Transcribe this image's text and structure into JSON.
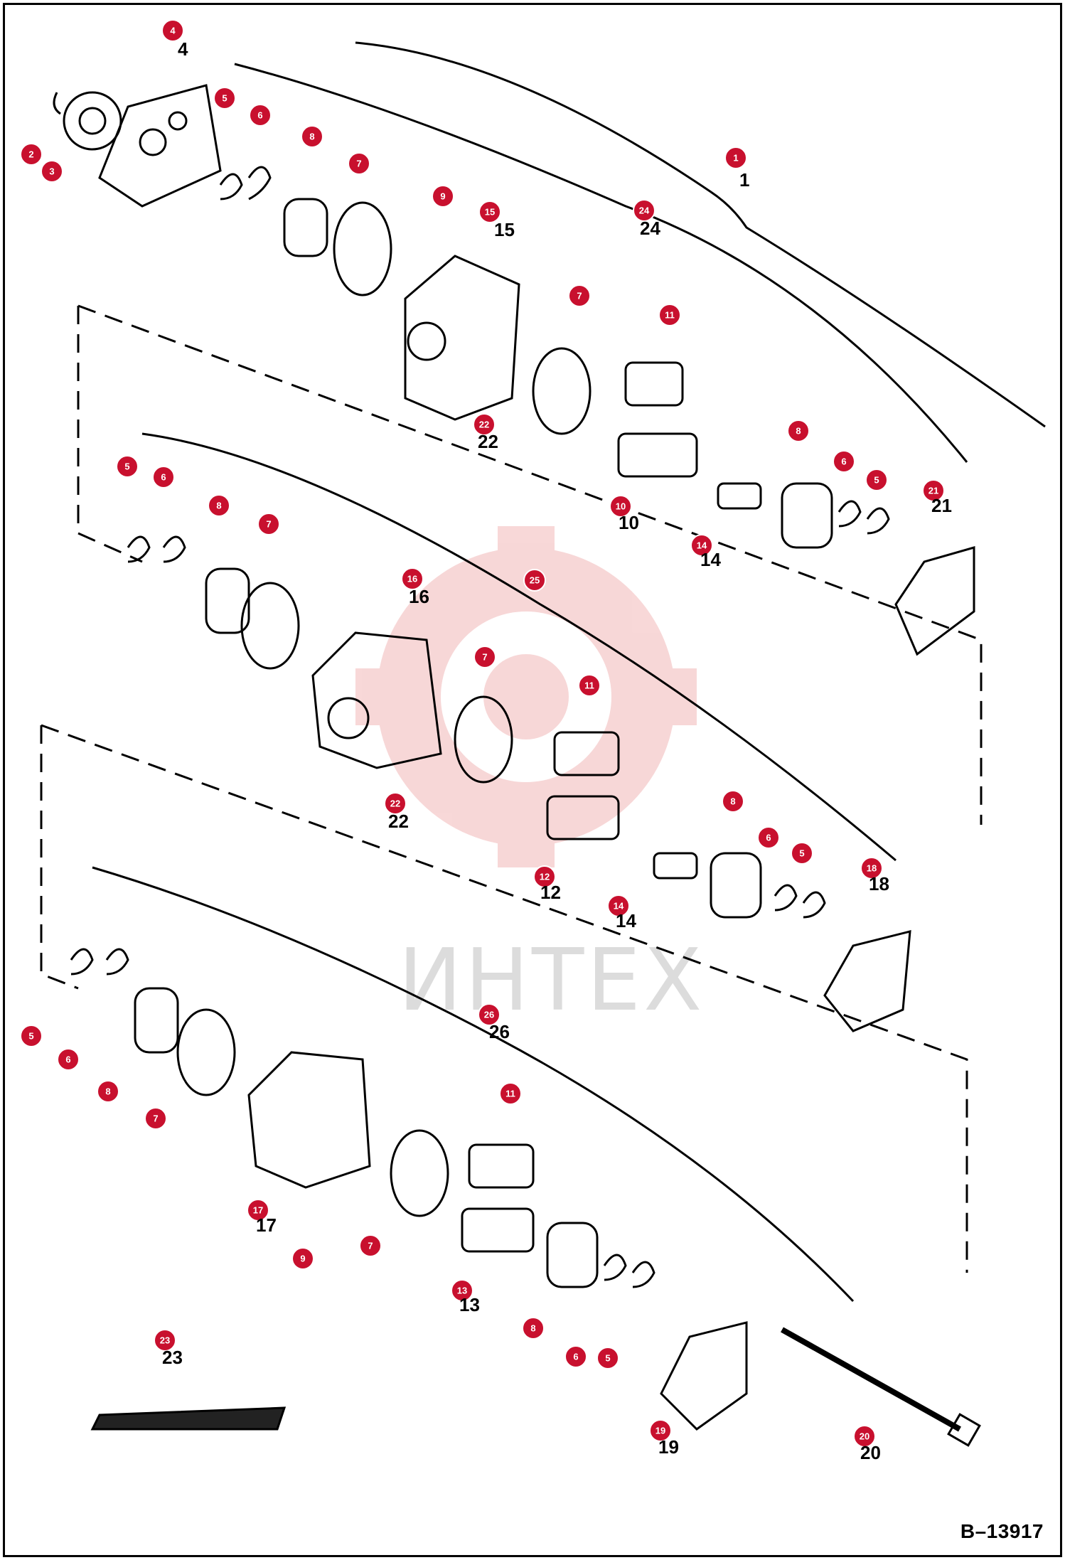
{
  "figure_id": "B–13917",
  "watermark_text": "ИНТЕХ",
  "colors": {
    "callout": "#c8102e",
    "line": "#000000",
    "watermark": "#f2b8b8"
  },
  "callout_numbers": [
    "1",
    "2",
    "3",
    "4",
    "5",
    "6",
    "7",
    "8",
    "9",
    "10",
    "11",
    "12",
    "13",
    "14",
    "15",
    "16",
    "17",
    "18",
    "19",
    "20",
    "21",
    "22",
    "23",
    "24",
    "25",
    "26"
  ]
}
